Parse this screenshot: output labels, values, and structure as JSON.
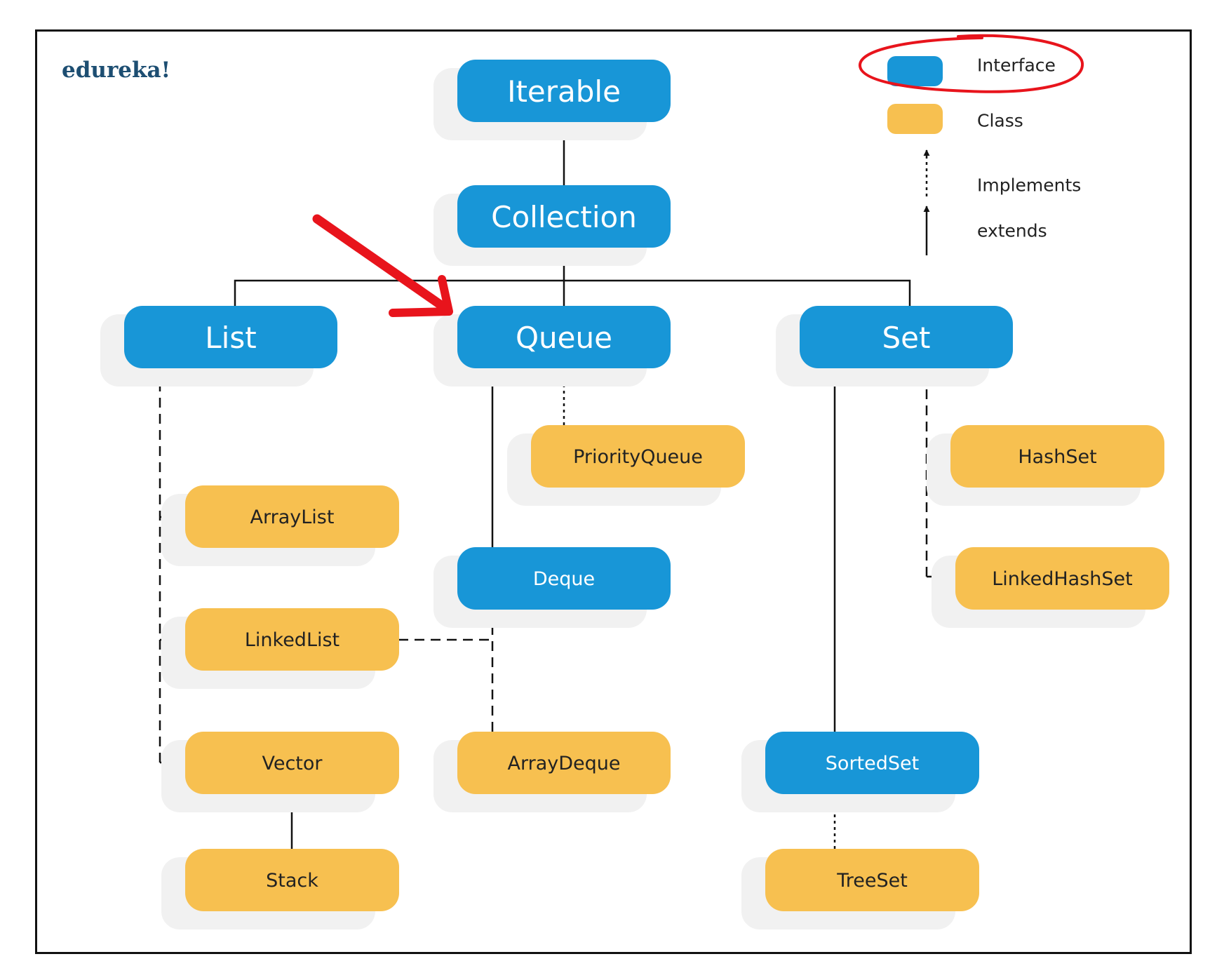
{
  "brand": {
    "logo_text": "edureka!"
  },
  "colors": {
    "interface": "#1896d7",
    "class": "#f7c050",
    "brand_text": "#1d4e72",
    "annotation_red": "#e8141c",
    "line": "#111111"
  },
  "legend": {
    "interface_label": "Interface",
    "class_label": "Class",
    "implements_label": "Implements",
    "extends_label": "extends"
  },
  "nodes": {
    "iterable": {
      "label": "Iterable",
      "kind": "interface"
    },
    "collection": {
      "label": "Collection",
      "kind": "interface"
    },
    "list": {
      "label": "List",
      "kind": "interface"
    },
    "queue": {
      "label": "Queue",
      "kind": "interface"
    },
    "set": {
      "label": "Set",
      "kind": "interface"
    },
    "priorityqueue": {
      "label": "PriorityQueue",
      "kind": "class"
    },
    "arraylist": {
      "label": "ArrayList",
      "kind": "class"
    },
    "deque": {
      "label": "Deque",
      "kind": "interface"
    },
    "linkedlist": {
      "label": "LinkedList",
      "kind": "class"
    },
    "vector": {
      "label": "Vector",
      "kind": "class"
    },
    "arraydeque": {
      "label": "ArrayDeque",
      "kind": "class"
    },
    "sortedset": {
      "label": "SortedSet",
      "kind": "interface"
    },
    "stack": {
      "label": "Stack",
      "kind": "class"
    },
    "treeset": {
      "label": "TreeSet",
      "kind": "class"
    },
    "hashset": {
      "label": "HashSet",
      "kind": "class"
    },
    "linkedhashset": {
      "label": "LinkedHashSet",
      "kind": "class"
    }
  },
  "relations": [
    {
      "from": "Collection",
      "to": "Iterable",
      "type": "extends"
    },
    {
      "from": "List",
      "to": "Collection",
      "type": "extends"
    },
    {
      "from": "Queue",
      "to": "Collection",
      "type": "extends"
    },
    {
      "from": "Set",
      "to": "Collection",
      "type": "extends"
    },
    {
      "from": "ArrayList",
      "to": "List",
      "type": "implements"
    },
    {
      "from": "LinkedList",
      "to": "List",
      "type": "implements"
    },
    {
      "from": "Vector",
      "to": "List",
      "type": "implements"
    },
    {
      "from": "Stack",
      "to": "Vector",
      "type": "extends"
    },
    {
      "from": "PriorityQueue",
      "to": "Queue",
      "type": "implements"
    },
    {
      "from": "Deque",
      "to": "Queue",
      "type": "extends"
    },
    {
      "from": "LinkedList",
      "to": "Deque",
      "type": "implements"
    },
    {
      "from": "ArrayDeque",
      "to": "Deque",
      "type": "implements"
    },
    {
      "from": "SortedSet",
      "to": "Set",
      "type": "extends"
    },
    {
      "from": "TreeSet",
      "to": "SortedSet",
      "type": "implements"
    },
    {
      "from": "HashSet",
      "to": "Set",
      "type": "implements"
    },
    {
      "from": "LinkedHashSet",
      "to": "Set",
      "type": "implements"
    }
  ]
}
